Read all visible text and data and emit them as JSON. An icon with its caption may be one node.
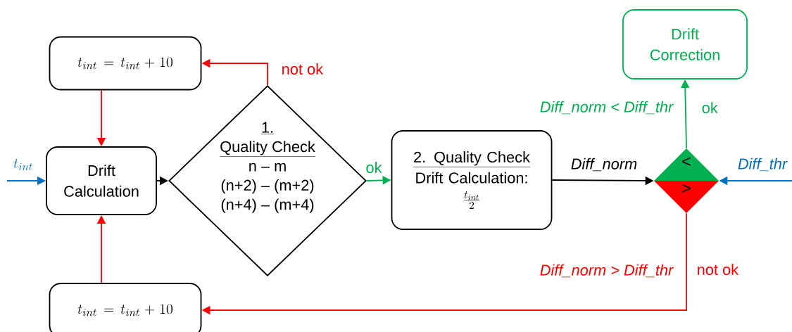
{
  "diagram": {
    "nodes": [
      {
        "text": [
          "t_{int} = t_{int} + 10"
        ]
      },
      {
        "text": [
          "Drift Calculation"
        ]
      },
      {
        "text": [
          "1.",
          "Quality Check",
          "n – m",
          "(n+2) – (m+2)",
          "(n+4) – (m+4)"
        ]
      },
      {
        "text": [
          "2. Quality Check",
          "Drift Calculation:",
          "\\frac{t_{int}}{2}"
        ]
      },
      {
        "text": [
          "<",
          ">"
        ]
      },
      {
        "text": [
          "Drift Correction"
        ]
      },
      {
        "text": [
          "t_{int} = t_{int} + 10"
        ]
      }
    ],
    "edges": [
      {
        "from": null,
        "to": 1,
        "arrow": "to",
        "label": "t_{int}",
        "color": "#0070c0"
      },
      {
        "from": 0,
        "to": 1,
        "arrow": "to",
        "color": "#ff0000"
      },
      {
        "from": 6,
        "to": 1,
        "arrow": "to",
        "color": "#ff0000"
      },
      {
        "from": 1,
        "to": 2,
        "arrow": "to",
        "color": "#000000"
      },
      {
        "from": 2,
        "to": 0,
        "arrow": "to",
        "label": "not ok",
        "color": "#ff0000"
      },
      {
        "from": 2,
        "to": 3,
        "arrow": "to",
        "label": "ok",
        "color": "#00b050"
      },
      {
        "from": 3,
        "to": 4,
        "arrow": "to",
        "label": "Diff_norm",
        "color": "#000000"
      },
      {
        "from": null,
        "to": 4,
        "arrow": "to",
        "label": "Diff_thr",
        "color": "#0070c0"
      },
      {
        "from": 4,
        "to": 5,
        "arrow": "to",
        "label": "ok",
        "color": "#00b050"
      },
      {
        "from": 4,
        "to": 6,
        "arrow": "to",
        "label": "not ok",
        "color": "#ff0000"
      }
    ],
    "labels": [
      "Diff_norm < Diff_thr",
      "Diff_norm > Diff_thr"
    ]
  }
}
